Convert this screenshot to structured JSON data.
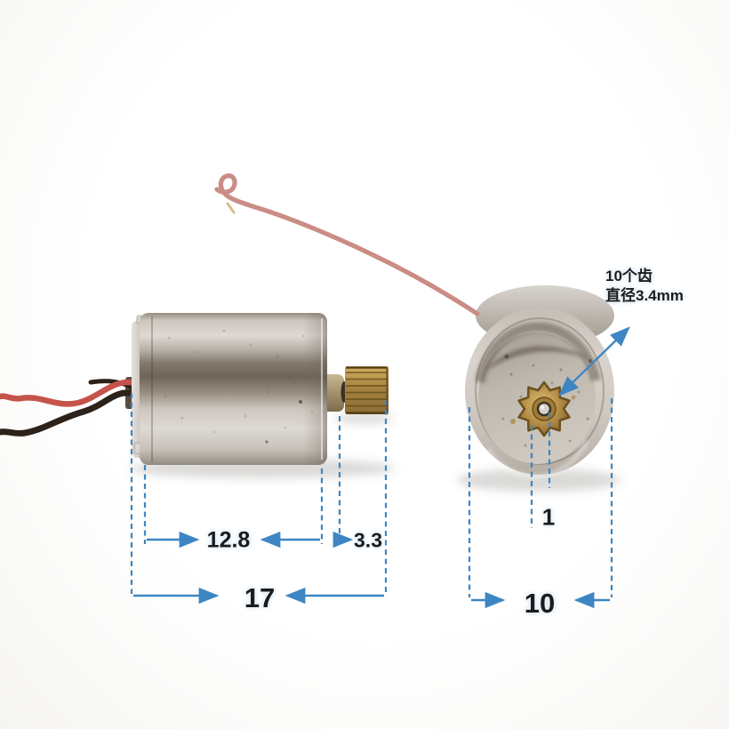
{
  "colors": {
    "dimension_blue": "#3d86c3",
    "label_text": "#1b1b1b",
    "glow": "#cfe4f4",
    "background": "#fdfdfc",
    "brass": "#b08c45",
    "silver": "#cfc9c2",
    "wire_red": "#c4544a",
    "wire_pink": "#ca8d85",
    "wire_black": "#2c2219"
  },
  "annotation": {
    "gear_note": {
      "line1": "10个齿",
      "line2": "直径3.4mm"
    }
  },
  "dimensions": {
    "left_motor": {
      "body_length": "12.8",
      "gear_length": "3.3",
      "total_length": "17"
    },
    "right_motor": {
      "shaft_diameter": "1",
      "body_diameter": "10"
    }
  }
}
